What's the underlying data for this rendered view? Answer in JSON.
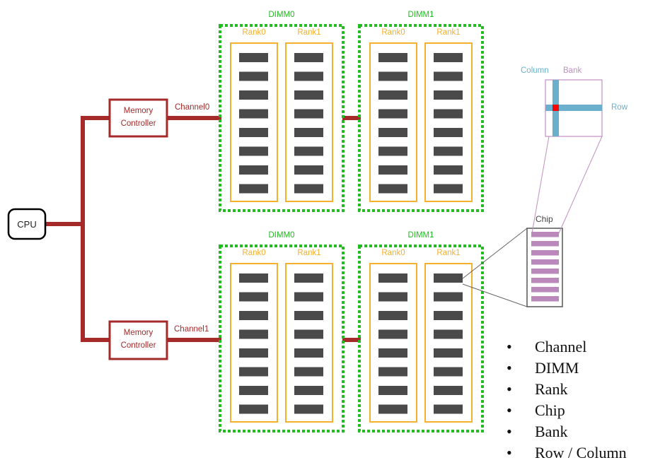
{
  "cpu": {
    "label": "CPU"
  },
  "channels": [
    {
      "controller_label": [
        "Memory",
        "Controller"
      ],
      "channel_label": "Channel0",
      "dimms": [
        {
          "label": "DIMM0",
          "ranks": [
            {
              "label": "Rank0",
              "chips": 8
            },
            {
              "label": "Rank1",
              "chips": 8
            }
          ]
        },
        {
          "label": "DIMM1",
          "ranks": [
            {
              "label": "Rank0",
              "chips": 8
            },
            {
              "label": "Rank1",
              "chips": 8
            }
          ]
        }
      ]
    },
    {
      "controller_label": [
        "Memory",
        "Controller"
      ],
      "channel_label": "Channel1",
      "dimms": [
        {
          "label": "DIMM0",
          "ranks": [
            {
              "label": "Rank0",
              "chips": 8
            },
            {
              "label": "Rank1",
              "chips": 8
            }
          ]
        },
        {
          "label": "DIMM1",
          "ranks": [
            {
              "label": "Rank0",
              "chips": 8
            },
            {
              "label": "Rank1",
              "chips": 8
            }
          ]
        }
      ]
    }
  ],
  "chip_detail": {
    "label": "Chip",
    "banks": 8
  },
  "bank_detail": {
    "column_label": "Column",
    "bank_label": "Bank",
    "row_label": "Row"
  },
  "hierarchy_list": [
    "Channel",
    "DIMM",
    "Rank",
    "Chip",
    "Bank",
    "Row / Column"
  ],
  "colors": {
    "bus": "#a52a2a",
    "dimm_border": "#22bb22",
    "rank_border": "#f5b030",
    "rank_label": "#f5b030",
    "dimm_label": "#22bb22",
    "chip": "#4a4a4a",
    "bank_fill": "#bb88bb",
    "bank_border": "#c090c0",
    "row_col": "#6ab0cc",
    "cell": "#ff0000",
    "controller_text": "#a52a2a"
  }
}
